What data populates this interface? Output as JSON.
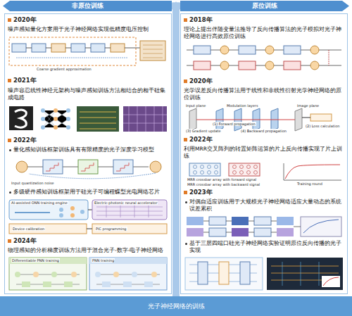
{
  "diagram": {
    "nodes": [
      {
        "text": [
          "非原位训练"
        ]
      },
      {
        "text": [
          "原位训练"
        ]
      },
      {
        "text": [
          "2020年",
          "噪声感知量化方案用于光子神经网络实现低精度电压控制",
          "2021年",
          "噪声容忍线性神经元架构与噪声感知训练方法相结合的相干硅集成电路",
          "2022年",
          "量化感知训练框架训练具有有限精度的光子深度学习模型",
          "多级硬件感知训练框架用于硅光子可编程蝶型光电网络芯片",
          "2024年",
          "物理感知的分析梯度训练方法用于混合光子-数字-电子神经网络"
        ]
      },
      {
        "text": [
          "2018年",
          "理论上提出伴随变量法推导了反向传播算法的光子模拟对光子神经网络进行高效原位训练",
          "2020年",
          "光学误差反向传播算法用于线性和非线性衍射光学神经网络的原位训练",
          "2022年",
          "利用MRR交叉阵列的转置矩阵运算的片上反向传播实现了片上训练",
          "2023年",
          "对偶自适应训练用于大规模光子神经网络适应大量动态的系统误差累积",
          "基于三层四端口硅光子神经网络实验证明原位反向传播的光子实现"
        ]
      },
      {
        "text": [
          "光子神经网络的训练"
        ]
      }
    ],
    "edges": [
      {
        "from": 4,
        "to": 0,
        "arrow": "none"
      },
      {
        "from": 4,
        "to": 1,
        "arrow": "none"
      }
    ],
    "labels": [
      "Coarse gradient approximation",
      "Input quantization noise",
      "AI-assisted ONN training engine",
      "Electric-photonic neural accelerator",
      "Device calibration",
      "PIC programming",
      "Differentiable PNN training",
      "PNN training",
      "Input plane",
      "Modulation layers",
      "Image plane",
      "(1) Forward propagation",
      "(2) Loss calculation",
      "(3) Gradient update",
      "(4) Backward propagation",
      "MRR crossbar array with forward signal",
      "MRR crossbar array with backward signal",
      "Training round"
    ]
  }
}
